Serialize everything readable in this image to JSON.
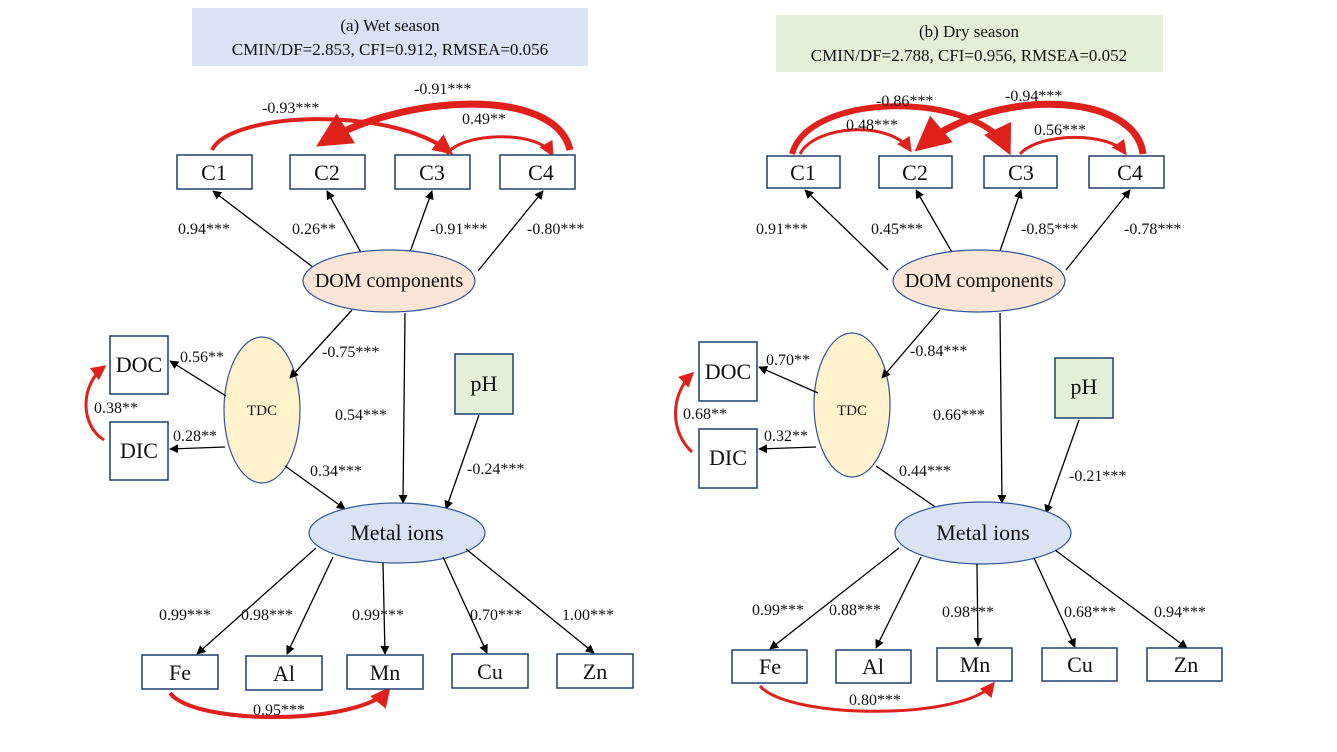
{
  "panel_a": {
    "title": "(a)  Wet season",
    "fit": "CMIN/DF=2.853, CFI=0.912, RMSEA=0.056",
    "nodes": {
      "c1": "C1",
      "c2": "C2",
      "c3": "C3",
      "c4": "C4",
      "dom": "DOM components",
      "tdc": "TDC",
      "doc": "DOC",
      "dic": "DIC",
      "ph": "pH",
      "metal": "Metal ions",
      "fe": "Fe",
      "al": "Al",
      "mn": "Mn",
      "cu": "Cu",
      "zn": "Zn"
    },
    "coefs": {
      "dom_c1": "0.94***",
      "dom_c2": "0.26**",
      "dom_c3": "-0.91***",
      "dom_c4": "-0.80***",
      "c1_c3": "-0.93***",
      "c2_c4": "-0.91***",
      "c3_c4": "0.49**",
      "dom_tdc": "-0.75***",
      "dom_metal": "0.54***",
      "tdc_doc": "0.56**",
      "tdc_dic": "0.28**",
      "doc_dic": "0.38**",
      "tdc_metal": "0.34***",
      "ph_metal": "-0.24***",
      "metal_fe": "0.99***",
      "metal_al": "0.98***",
      "metal_mn": "0.99***",
      "metal_cu": "0.70***",
      "metal_zn": "1.00***",
      "fe_mn": "0.95***"
    }
  },
  "panel_b": {
    "title": "(b)  Dry season",
    "fit": "CMIN/DF=2.788, CFI=0.956, RMSEA=0.052",
    "nodes": {
      "c1": "C1",
      "c2": "C2",
      "c3": "C3",
      "c4": "C4",
      "dom": "DOM components",
      "tdc": "TDC",
      "doc": "DOC",
      "dic": "DIC",
      "ph": "pH",
      "metal": "Metal ions",
      "fe": "Fe",
      "al": "Al",
      "mn": "Mn",
      "cu": "Cu",
      "zn": "Zn"
    },
    "coefs": {
      "dom_c1": "0.91***",
      "dom_c2": "0.45***",
      "dom_c3": "-0.85***",
      "dom_c4": "-0.78***",
      "c1_c3": "-0.86***",
      "c1_c2": "0.48***",
      "c2_c4": "-0.94***",
      "c3_c4": "0.56***",
      "dom_tdc": "-0.84***",
      "dom_metal": "0.66***",
      "tdc_doc": "0.70**",
      "tdc_dic": "0.32**",
      "doc_dic": "0.68**",
      "tdc_metal": "0.44***",
      "ph_metal": "-0.21***",
      "metal_fe": "0.99***",
      "metal_al": "0.88***",
      "metal_mn": "0.98***",
      "metal_cu": "0.68***",
      "metal_zn": "0.94***",
      "fe_mn": "0.80***"
    }
  },
  "colors": {
    "title_a_bg": "#dae3f3",
    "title_b_bg": "#e2f0d9",
    "dom_fill": "#fbe5d6",
    "tdc_fill": "#fff2cc",
    "metal_fill": "#dae3f3",
    "ph_fill": "#e2f0d9",
    "box_border": "#1f3f6e",
    "covariance": "#e0201b"
  }
}
